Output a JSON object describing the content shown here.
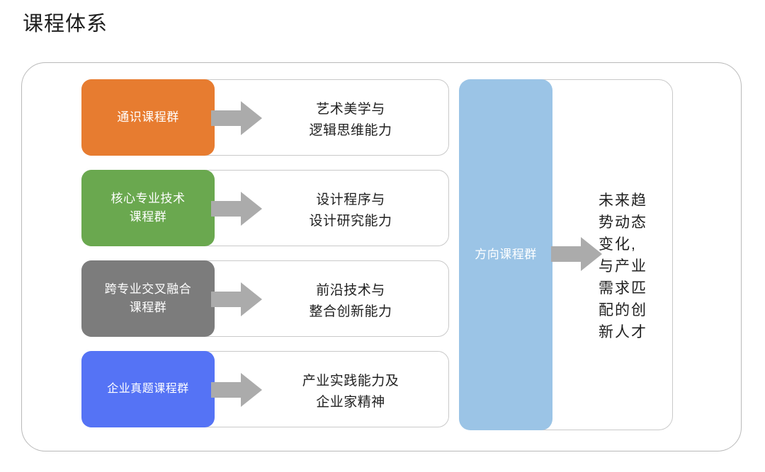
{
  "page": {
    "title": "课程体系",
    "background": "#ffffff"
  },
  "colors": {
    "orange": "#E77C30",
    "green": "#6AA84F",
    "gray": "#7C7C7C",
    "blue": "#5573F5",
    "light_blue": "#9BC4E6",
    "arrow_gray": "#ABABAB",
    "card_border": "#C9C9C9",
    "panel_border": "#B9B9B9",
    "text_dark": "#1F1F1F",
    "text_light": "#FFFFFF"
  },
  "rows": [
    {
      "group_label": "通识课程群",
      "color": "#E77C30",
      "arrow_icon": "right-block-arrow-icon",
      "outcome": "艺术美学与\n逻辑思维能力"
    },
    {
      "group_label": "核心专业技术\n课程群",
      "color": "#6AA84F",
      "arrow_icon": "right-block-arrow-icon",
      "outcome": "设计程序与\n设计研究能力"
    },
    {
      "group_label": "跨专业交叉融合\n课程群",
      "color": "#7C7C7C",
      "arrow_icon": "right-block-arrow-icon",
      "outcome": "前沿技术与\n整合创新能力"
    },
    {
      "group_label": "企业真题课程群",
      "color": "#5573F5",
      "arrow_icon": "right-block-arrow-icon",
      "outcome": "产业实践能力及\n企业家精神"
    }
  ],
  "right_panel": {
    "direction_label": "方向课程群",
    "direction_color": "#9BC4E6",
    "arrow_icon": "right-block-arrow-icon",
    "final_text": "未来趋\n势动态\n变化,\n与产业\n需求匹\n配的创\n新人才"
  }
}
